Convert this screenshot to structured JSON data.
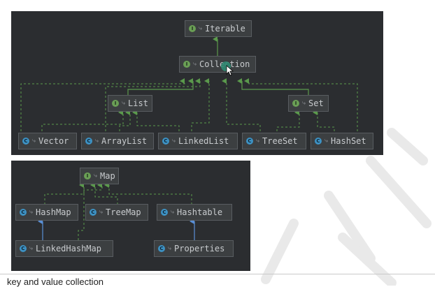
{
  "icons": {
    "interface": "interface-icon",
    "class": "class-icon",
    "visibility": "package-visibility-icon"
  },
  "colors": {
    "panel": "#2b2d30",
    "node": "#3c3f41",
    "edge_extends": "#5b9a4c",
    "edge_implements_class": "#5a8fd6"
  },
  "collection_diagram": {
    "nodes": {
      "iterable": {
        "label": "Iterable",
        "kind": "interface"
      },
      "collection": {
        "label": "Collection",
        "kind": "interface"
      },
      "list": {
        "label": "List",
        "kind": "interface"
      },
      "set": {
        "label": "Set",
        "kind": "interface"
      },
      "vector": {
        "label": "Vector",
        "kind": "class"
      },
      "arraylist": {
        "label": "ArrayList",
        "kind": "class"
      },
      "linkedlist": {
        "label": "LinkedList",
        "kind": "class"
      },
      "treeset": {
        "label": "TreeSet",
        "kind": "class"
      },
      "hashset": {
        "label": "HashSet",
        "kind": "class"
      }
    }
  },
  "map_diagram": {
    "nodes": {
      "map": {
        "label": "Map",
        "kind": "interface"
      },
      "hashmap": {
        "label": "HashMap",
        "kind": "class"
      },
      "treemap": {
        "label": "TreeMap",
        "kind": "class"
      },
      "hashtable": {
        "label": "Hashtable",
        "kind": "class"
      },
      "linkedhashmap": {
        "label": "LinkedHashMap",
        "kind": "class"
      },
      "properties": {
        "label": "Properties",
        "kind": "class"
      }
    }
  },
  "caption": "key and value collection"
}
